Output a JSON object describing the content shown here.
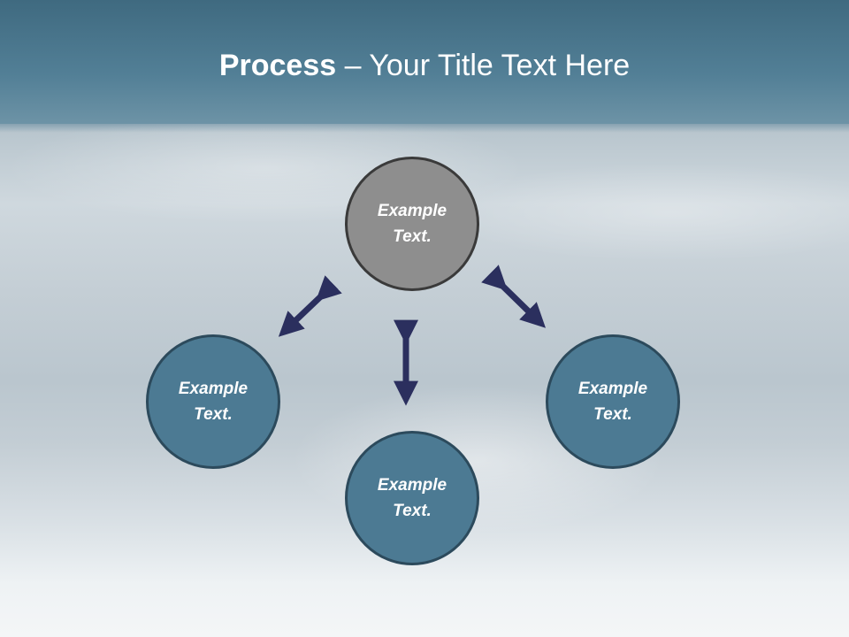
{
  "title": {
    "bold": "Process",
    "rest": " – Your Title Text Here"
  },
  "nodes": {
    "top": {
      "line1": "Example",
      "line2": "Text."
    },
    "left": {
      "line1": "Example",
      "line2": "Text."
    },
    "right": {
      "line1": "Example",
      "line2": "Text."
    },
    "bottom": {
      "line1": "Example",
      "line2": "Text."
    }
  },
  "colors": {
    "header": "#4f7e95",
    "node_fill": "#4c7a93",
    "node_center_fill": "#8e8e8e",
    "arrow": "#2b2f5e"
  }
}
